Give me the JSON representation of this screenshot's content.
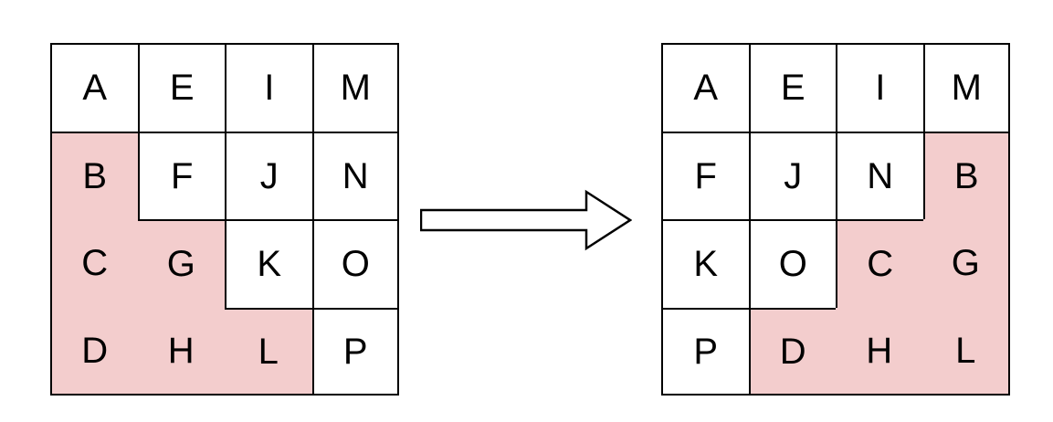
{
  "colors": {
    "highlight": "#f3cdcd",
    "border": "#000000",
    "background": "#ffffff",
    "text": "#000000"
  },
  "arrow": {
    "direction": "right"
  },
  "grids": {
    "left": {
      "rows": [
        [
          "A",
          "E",
          "I",
          "M"
        ],
        [
          "B",
          "F",
          "J",
          "N"
        ],
        [
          "C",
          "G",
          "K",
          "O"
        ],
        [
          "D",
          "H",
          "L",
          "P"
        ]
      ],
      "highlighted": [
        [
          false,
          false,
          false,
          false
        ],
        [
          true,
          false,
          false,
          false
        ],
        [
          true,
          true,
          false,
          false
        ],
        [
          true,
          true,
          true,
          false
        ]
      ]
    },
    "right": {
      "rows": [
        [
          "A",
          "E",
          "I",
          "M"
        ],
        [
          "F",
          "J",
          "N",
          "B"
        ],
        [
          "K",
          "O",
          "C",
          "G"
        ],
        [
          "P",
          "D",
          "H",
          "L"
        ]
      ],
      "highlighted": [
        [
          false,
          false,
          false,
          false
        ],
        [
          false,
          false,
          false,
          true
        ],
        [
          false,
          false,
          true,
          true
        ],
        [
          false,
          true,
          true,
          true
        ]
      ]
    }
  }
}
